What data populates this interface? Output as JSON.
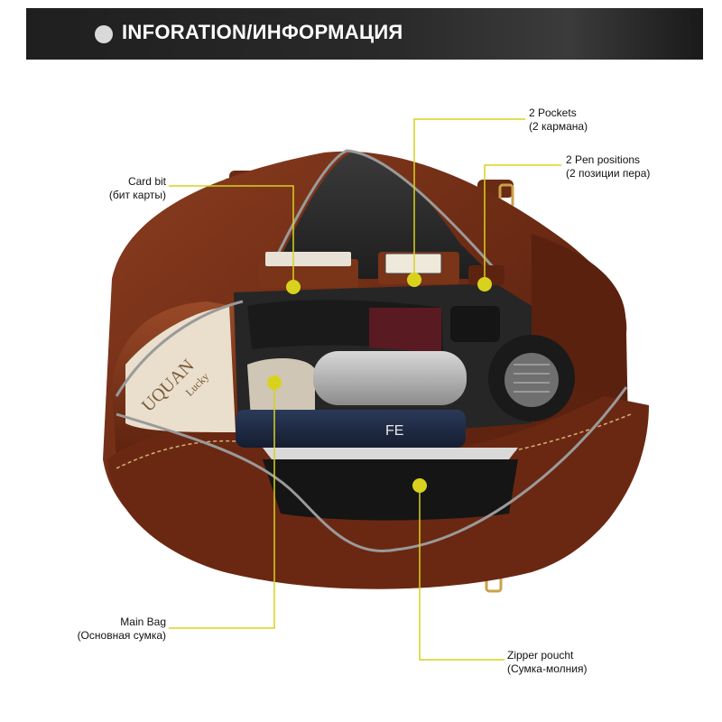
{
  "header": {
    "title": "INFORATION/ИНФОРМАЦИЯ",
    "accent_color": "#d9d9d9"
  },
  "annotation_color": "#d8d21e",
  "callouts": {
    "card_bit": {
      "line1": "Card bit",
      "line2": "(бит карты)"
    },
    "pockets": {
      "line1": "2 Pockets",
      "line2": "(2 кармана)"
    },
    "pen_positions": {
      "line1": "2 Pen positions",
      "line2": "(2 позиции пера)"
    },
    "main_bag": {
      "line1": "Main Bag",
      "line2": "(Основная сумка)"
    },
    "zipper_pouch": {
      "line1": "Zipper poucht",
      "line2": "(Сумка-молния)"
    }
  },
  "product_print": {
    "box_text": "UQUAN",
    "box_text2": "Lucky",
    "bottle_text": "FE"
  }
}
